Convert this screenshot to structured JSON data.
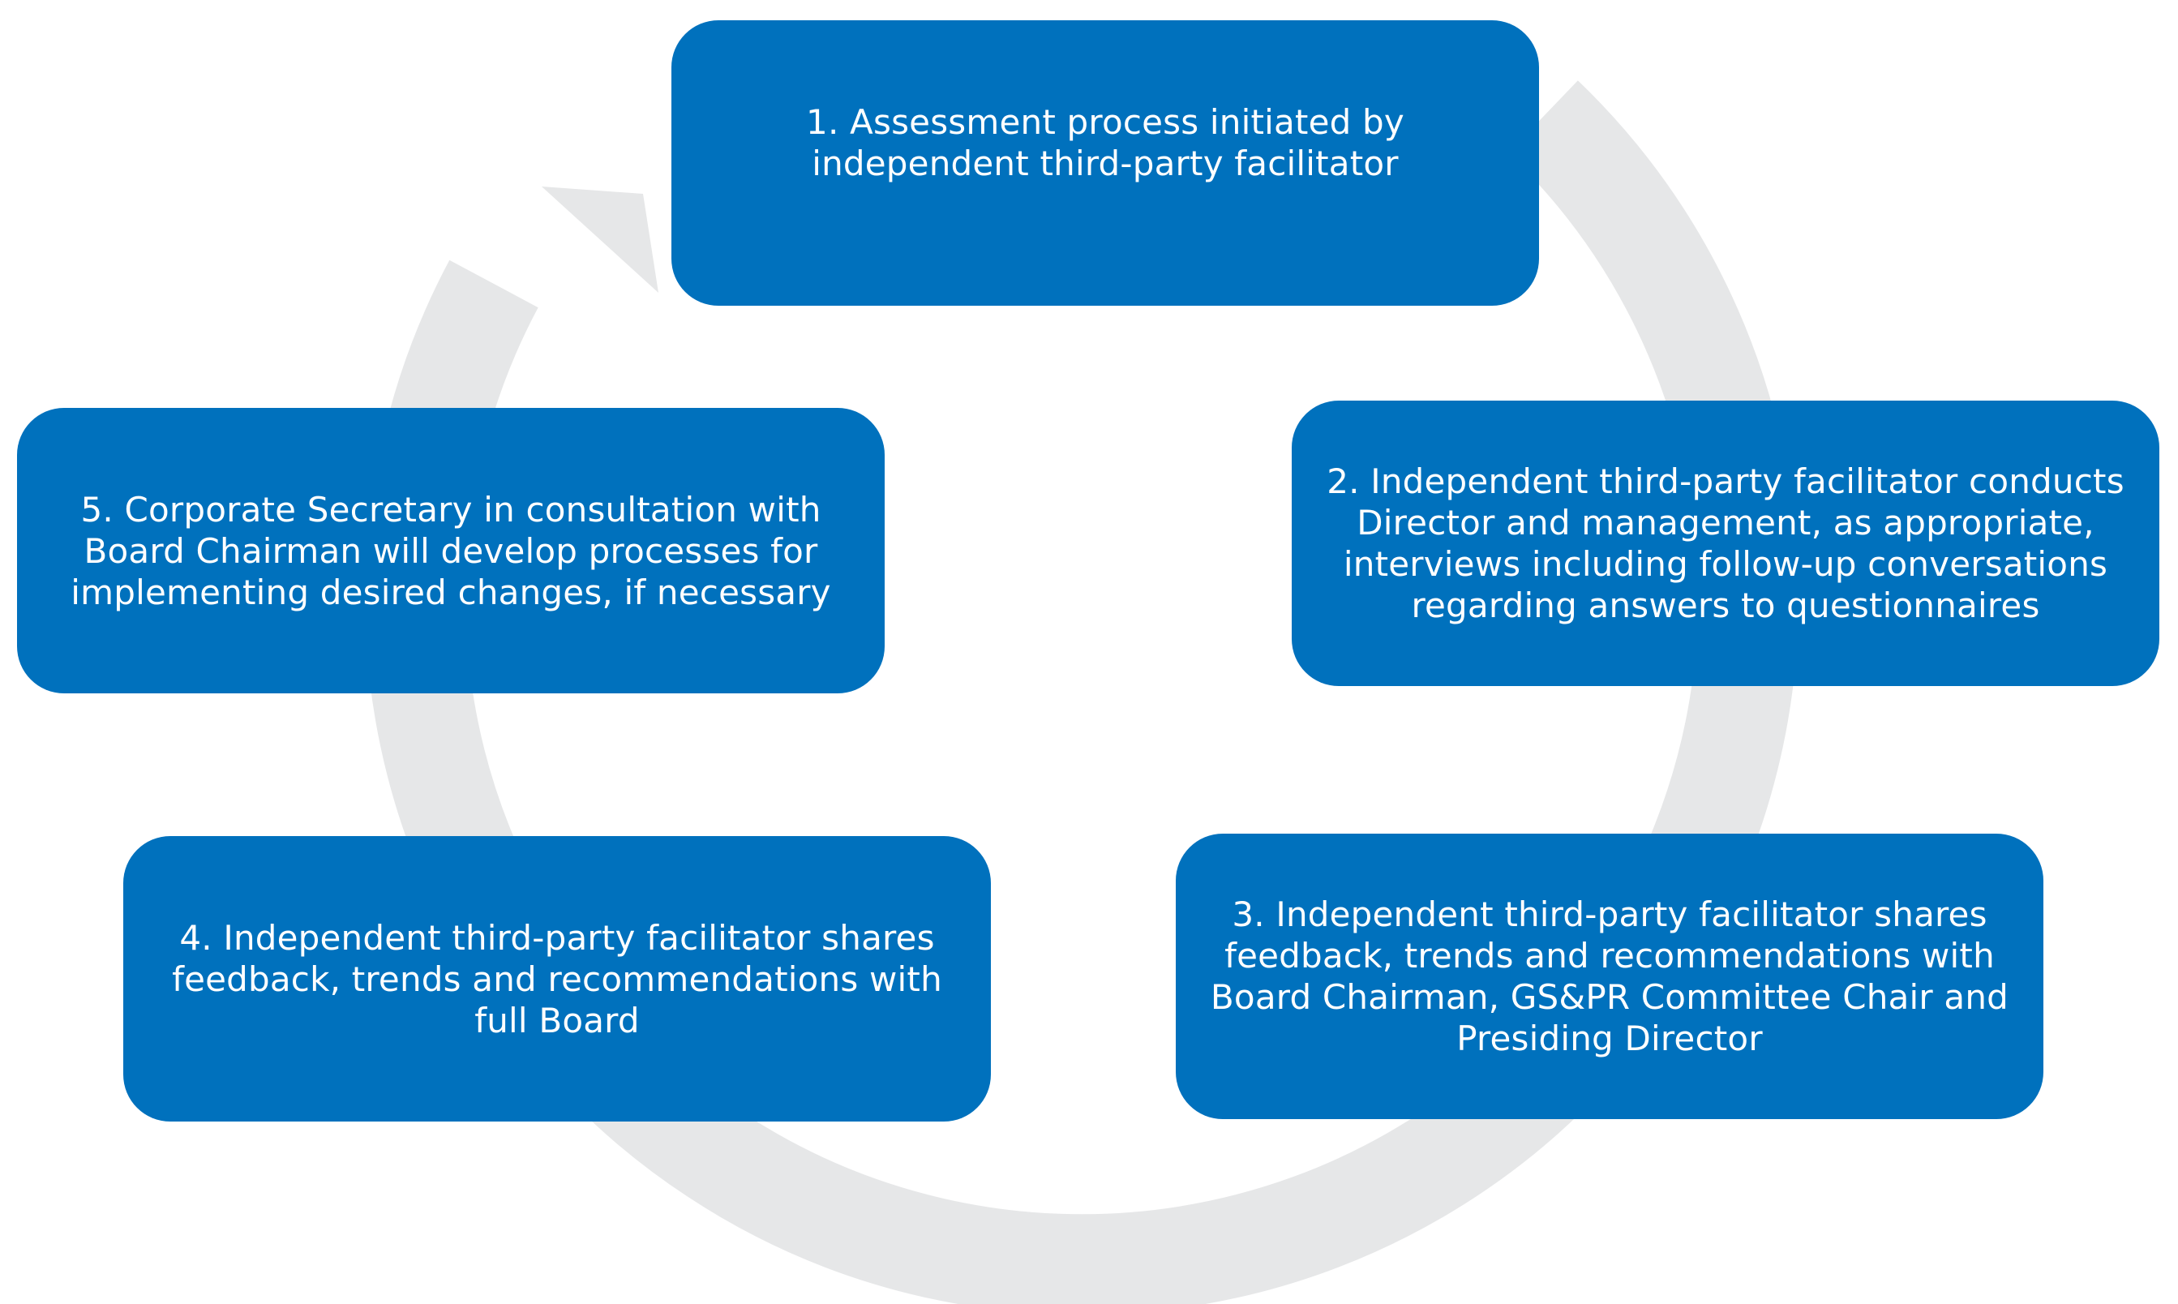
{
  "colors": {
    "box_fill": "#0071bd",
    "box_text": "#ffffff",
    "cycle_arrow": "#e6e7e8",
    "background": "#ffffff"
  },
  "steps": [
    {
      "label": "1. Assessment process initiated by independent third-party facilitator"
    },
    {
      "label": "2. Independent third-party facilitator conducts Director and management, as appropriate, interviews including follow-up conversations regarding answers to questionnaires"
    },
    {
      "label": "3. Independent third-party facilitator shares feedback, trends and recommendations with Board Chairman, GS&PR Committee Chair and Presiding Director"
    },
    {
      "label": "4. Independent third-party facilitator shares feedback, trends and recommendations with full Board"
    },
    {
      "label": "5. Corporate Secretary in consultation with Board Chairman will develop processes for implementing desired changes, if necessary"
    }
  ]
}
